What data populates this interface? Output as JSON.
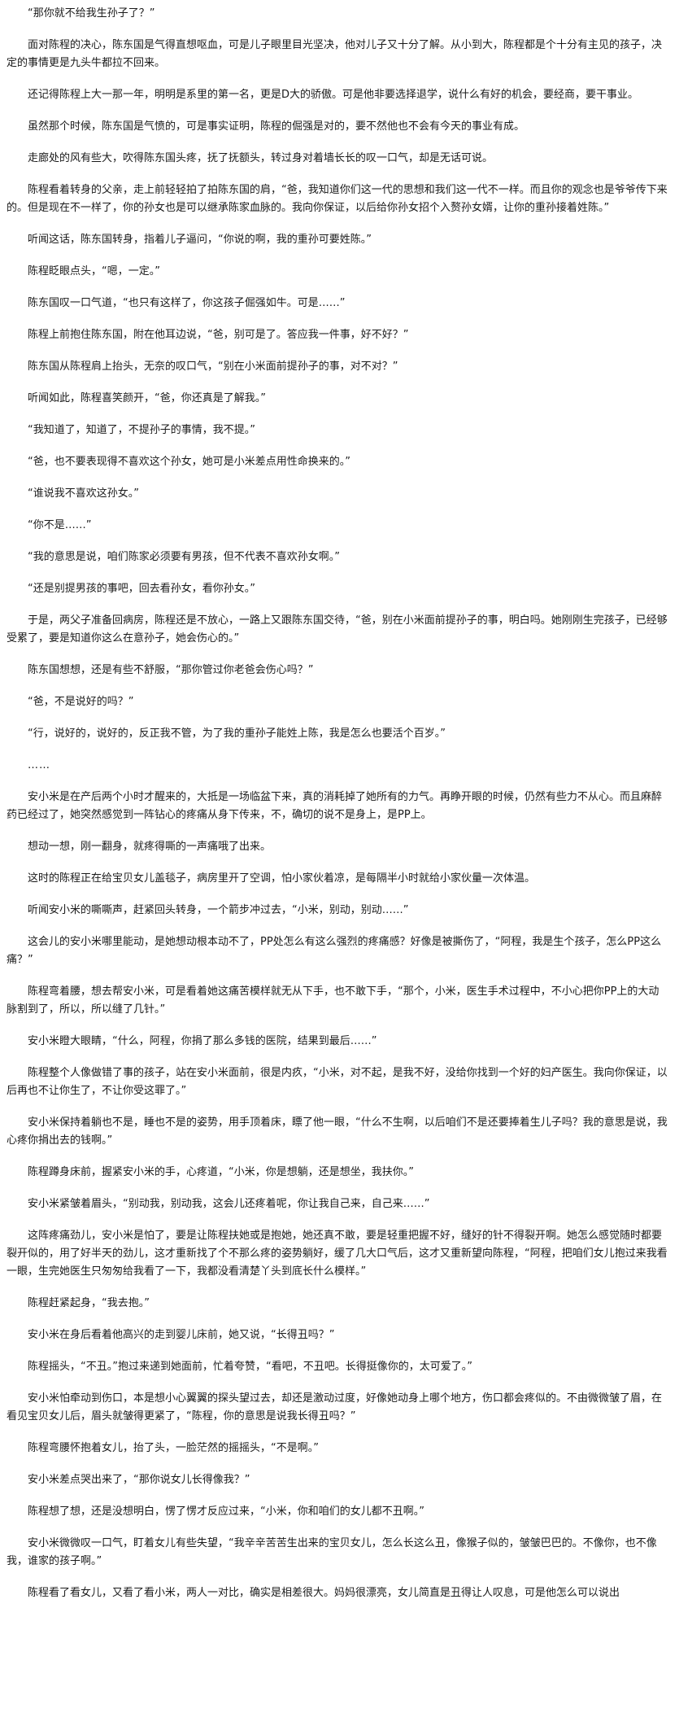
{
  "document": {
    "paragraphs": [
      "“那你就不给我生孙子了？”",
      "面对陈程的决心，陈东国是气得直想呕血，可是儿子眼里目光坚决，他对儿子又十分了解。从小到大，陈程都是个十分有主见的孩子，决定的事情更是九头牛都拉不回来。",
      "还记得陈程上大一那一年，明明是系里的第一名，更是D大的骄傲。可是他非要选择退学，说什么有好的机会，要经商，要干事业。",
      "虽然那个时候，陈东国是气愤的，可是事实证明，陈程的倔强是对的，要不然他也不会有今天的事业有成。",
      "走廊处的风有些大，吹得陈东国头疼，抚了抚额头，转过身对着墙长长的叹一口气，却是无话可说。",
      "陈程看着转身的父亲，走上前轻轻拍了拍陈东国的肩，“爸，我知道你们这一代的思想和我们这一代不一样。而且你的观念也是爷爷传下来的。但是现在不一样了，你的孙女也是可以继承陈家血脉的。我向你保证，以后给你孙女招个入赘孙女婿，让你的重孙接着姓陈。”",
      "听闻这话，陈东国转身，指着儿子逼问，“你说的啊，我的重孙可要姓陈。”",
      "陈程眨眼点头，“嗯，一定。”",
      "陈东国叹一口气道，“也只有这样了，你这孩子倔强如牛。可是……”",
      "陈程上前抱住陈东国，附在他耳边说，“爸，别可是了。答应我一件事，好不好？”",
      "陈东国从陈程肩上抬头，无奈的叹口气，“别在小米面前提孙子的事，对不对？”",
      "听闻如此，陈程喜笑颜开，“爸，你还真是了解我。”",
      "“我知道了，知道了，不提孙子的事情，我不提。”",
      "“爸，也不要表现得不喜欢这个孙女，她可是小米差点用性命换来的。”",
      "“谁说我不喜欢这孙女。”",
      "“你不是……”",
      "“我的意思是说，咱们陈家必须要有男孩，但不代表不喜欢孙女啊。”",
      "“还是别提男孩的事吧，回去看孙女，看你孙女。”",
      "于是，两父子准备回病房，陈程还是不放心，一路上又跟陈东国交待，“爸，别在小米面前提孙子的事，明白吗。她刚刚生完孩子，已经够受累了，要是知道你这么在意孙子，她会伤心的。”",
      "陈东国想想，还是有些不舒服，“那你管过你老爸会伤心吗？”",
      "“爸，不是说好的吗？”",
      "“行，说好的，说好的，反正我不管，为了我的重孙子能姓上陈，我是怎么也要活个百岁。”",
      "……",
      "安小米是在产后两个小时才醒来的，大抵是一场临盆下来，真的消耗掉了她所有的力气。再睁开眼的时候，仍然有些力不从心。而且麻醉药已经过了，她突然感觉到一阵钻心的疼痛从身下传来，不，确切的说不是身上，是PP上。",
      "想动一想，刚一翻身，就疼得嘶的一声痛哦了出来。",
      "这时的陈程正在给宝贝女儿盖毯子，病房里开了空调，怕小家伙着凉，是每隔半小时就给小家伙量一次体温。",
      "听闻安小米的嘶嘶声，赶紧回头转身，一个箭步冲过去，“小米，别动，别动……”",
      "这会儿的安小米哪里能动，是她想动根本动不了，PP处怎么有这么强烈的疼痛感？好像是被撕伤了，“阿程，我是生个孩子，怎么PP这么痛？”",
      "陈程弯着腰，想去帮安小米，可是看着她这痛苦模样就无从下手，也不敢下手，“那个，小米，医生手术过程中，不小心把你PP上的大动脉割到了，所以，所以缝了几针。”",
      "安小米瞪大眼睛，“什么，阿程，你捐了那么多钱的医院，结果到最后……”",
      "陈程整个人像做错了事的孩子，站在安小米面前，很是内疚，“小米，对不起，是我不好，没给你找到一个好的妇产医生。我向你保证，以后再也不让你生了，不让你受这罪了。”",
      "安小米保持着躺也不是，睡也不是的姿势，用手顶着床，瞟了他一眼，“什么不生啊，以后咱们不是还要捧着生儿子吗？我的意思是说，我心疼你捐出去的钱啊。”",
      "陈程蹲身床前，握紧安小米的手，心疼道，“小米，你是想躺，还是想坐，我扶你。”",
      "安小米紧皱着眉头，“别动我，别动我，这会儿还疼着呢，你让我自己来，自己来……”",
      "这阵疼痛劲儿，安小米是怕了，要是让陈程扶她或是抱她，她还真不敢，要是轻重把握不好，缝好的针不得裂开啊。她怎么感觉随时都要裂开似的，用了好半天的劲儿，这才重新找了个不那么疼的姿势躺好，缓了几大口气后，这才又重新望向陈程，“阿程，把咱们女儿抱过来我看一眼，生完她医生只匆匆给我看了一下，我都没看清楚丫头到底长什么模样。”",
      "陈程赶紧起身，“我去抱。”",
      "安小米在身后看着他高兴的走到婴儿床前，她又说，“长得丑吗？”",
      "陈程摇头，“不丑。”抱过来递到她面前，忙着夸赞，“看吧，不丑吧。长得挺像你的，太可爱了。”",
      "安小米怕牵动到伤口，本是想小心翼翼的探头望过去，却还是激动过度，好像她动身上哪个地方，伤口都会疼似的。不由微微皱了眉，在看见宝贝女儿后，眉头就皱得更紧了，“陈程，你的意思是说我长得丑吗？”",
      "陈程弯腰怀抱着女儿，抬了头，一脸茫然的摇摇头，“不是啊。”",
      "安小米差点哭出来了，“那你说女儿长得像我？”",
      "陈程想了想，还是没想明白，愣了愣才反应过来，“小米，你和咱们的女儿都不丑啊。”",
      "安小米微微叹一口气，盯着女儿有些失望，“我辛辛苦苦生出来的宝贝女儿，怎么长这么丑，像猴子似的，皱皱巴巴的。不像你，也不像我，谁家的孩子啊。”",
      "陈程看了看女儿，又看了看小米，两人一对比，确实是相差很大。妈妈很漂亮，女儿简直是丑得让人叹息，可是他怎么可以说出"
    ]
  }
}
